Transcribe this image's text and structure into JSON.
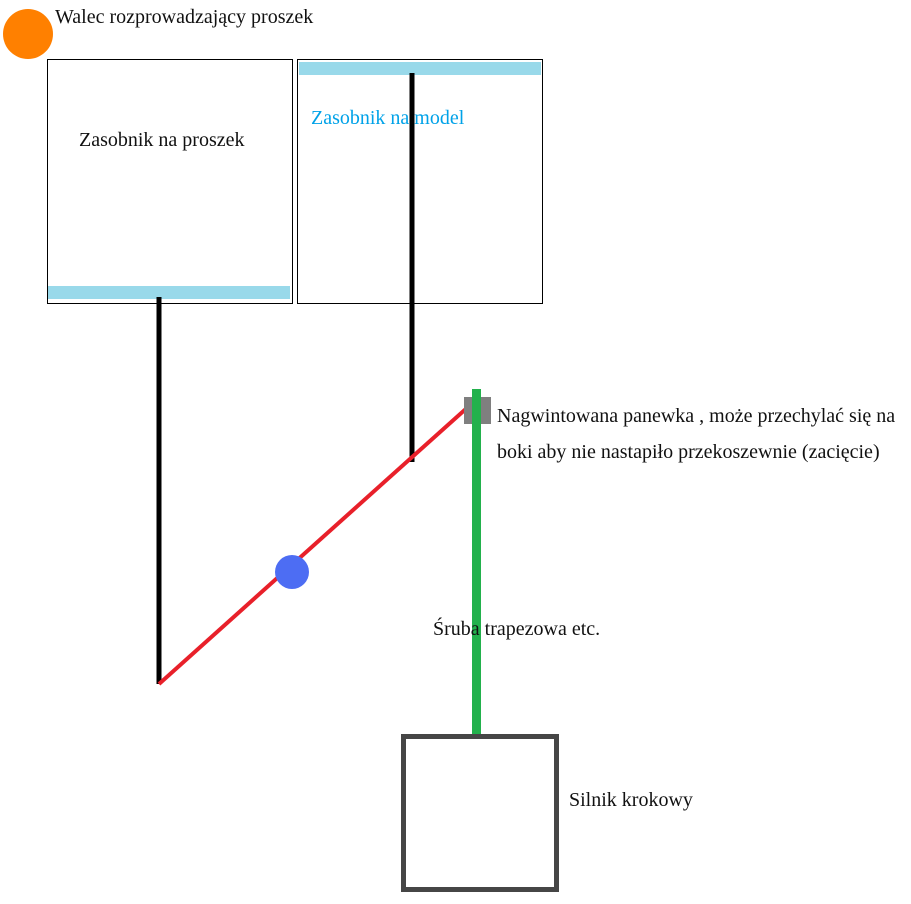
{
  "diagram": {
    "labels": {
      "roller": "Walec rozprowadzający proszek",
      "powder_hopper": "Zasobnik na proszek",
      "model_hopper": "Zasobnik na model",
      "nut_line1": "Nagwintowana panewka , może przechylać się na",
      "nut_line2": "boki aby nie nastapiło przekoszewnie (zacięcie)",
      "screw": "Śruba trapezowa etc.",
      "motor": "Silnik krokowy"
    },
    "colors": {
      "roller": "#ff8000",
      "platform": "#99d9ea",
      "rod": "#000000",
      "lever": "#e8202a",
      "pivot": "#4d6df3",
      "screw": "#22b14c",
      "nut": "#7f7f7f",
      "motor_frame": "#464646",
      "model_label": "#00a2e8"
    }
  }
}
